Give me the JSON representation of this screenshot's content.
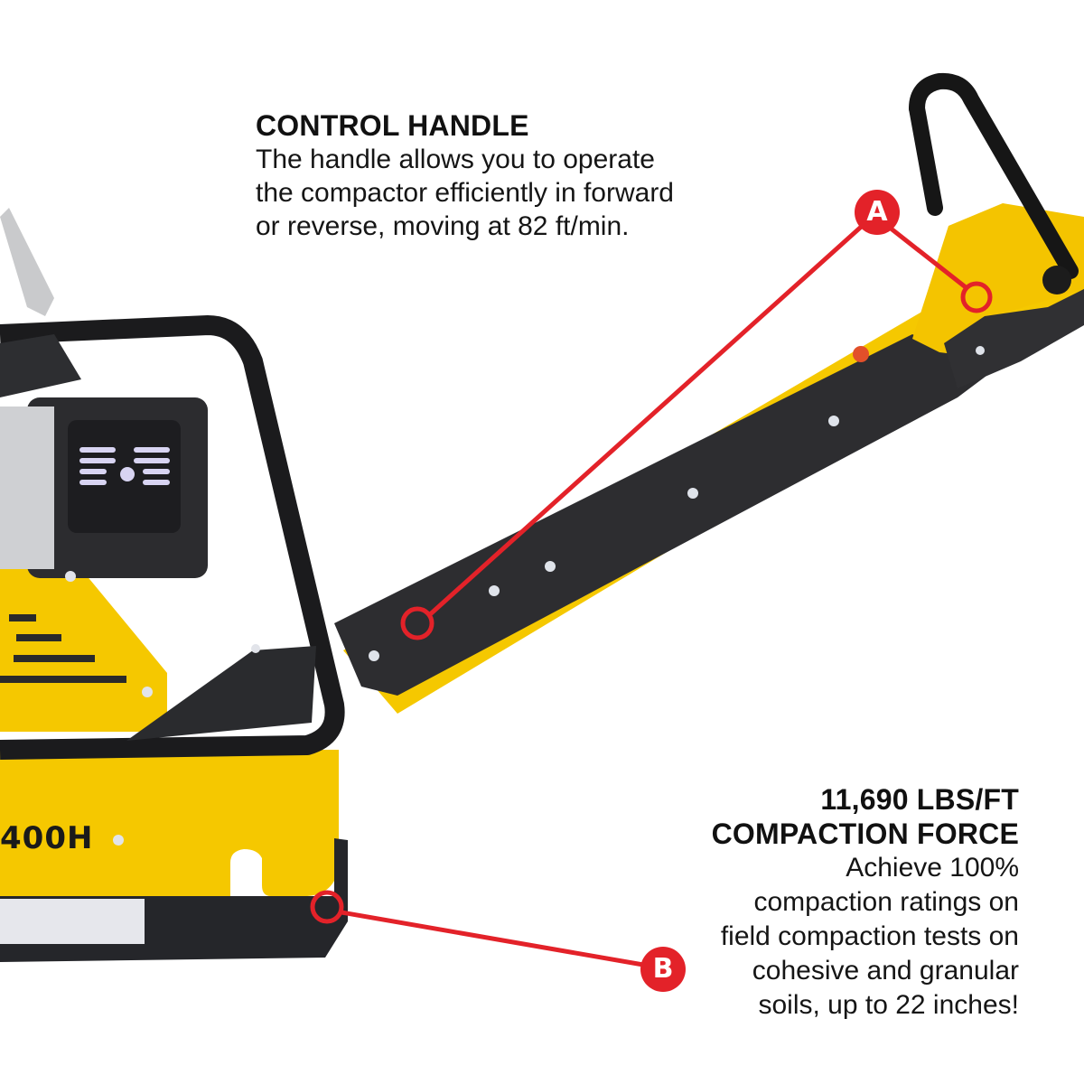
{
  "callouts": [
    {
      "id": "A",
      "badge_label": "A",
      "title": "CONTROL HANDLE",
      "body_lines": [
        "The handle allows you to operate",
        "the compactor efficiently in forward",
        "or reverse, moving at 82 ft/min."
      ]
    },
    {
      "id": "B",
      "badge_label": "B",
      "title_lines": [
        "11,690 LBS/FT",
        "COMPACTION FORCE"
      ],
      "body_lines": [
        "Achieve 100%",
        "compaction ratings on",
        "field compaction tests on",
        "cohesive and granular",
        "soils, up to 22 inches!"
      ]
    }
  ],
  "product": {
    "model_label_visible": "400H"
  },
  "colors": {
    "machine_yellow": "#f5c800",
    "machine_dark": "#2b2b2d",
    "callout_red": "#e32229",
    "text": "#111111",
    "background": "#ffffff"
  }
}
